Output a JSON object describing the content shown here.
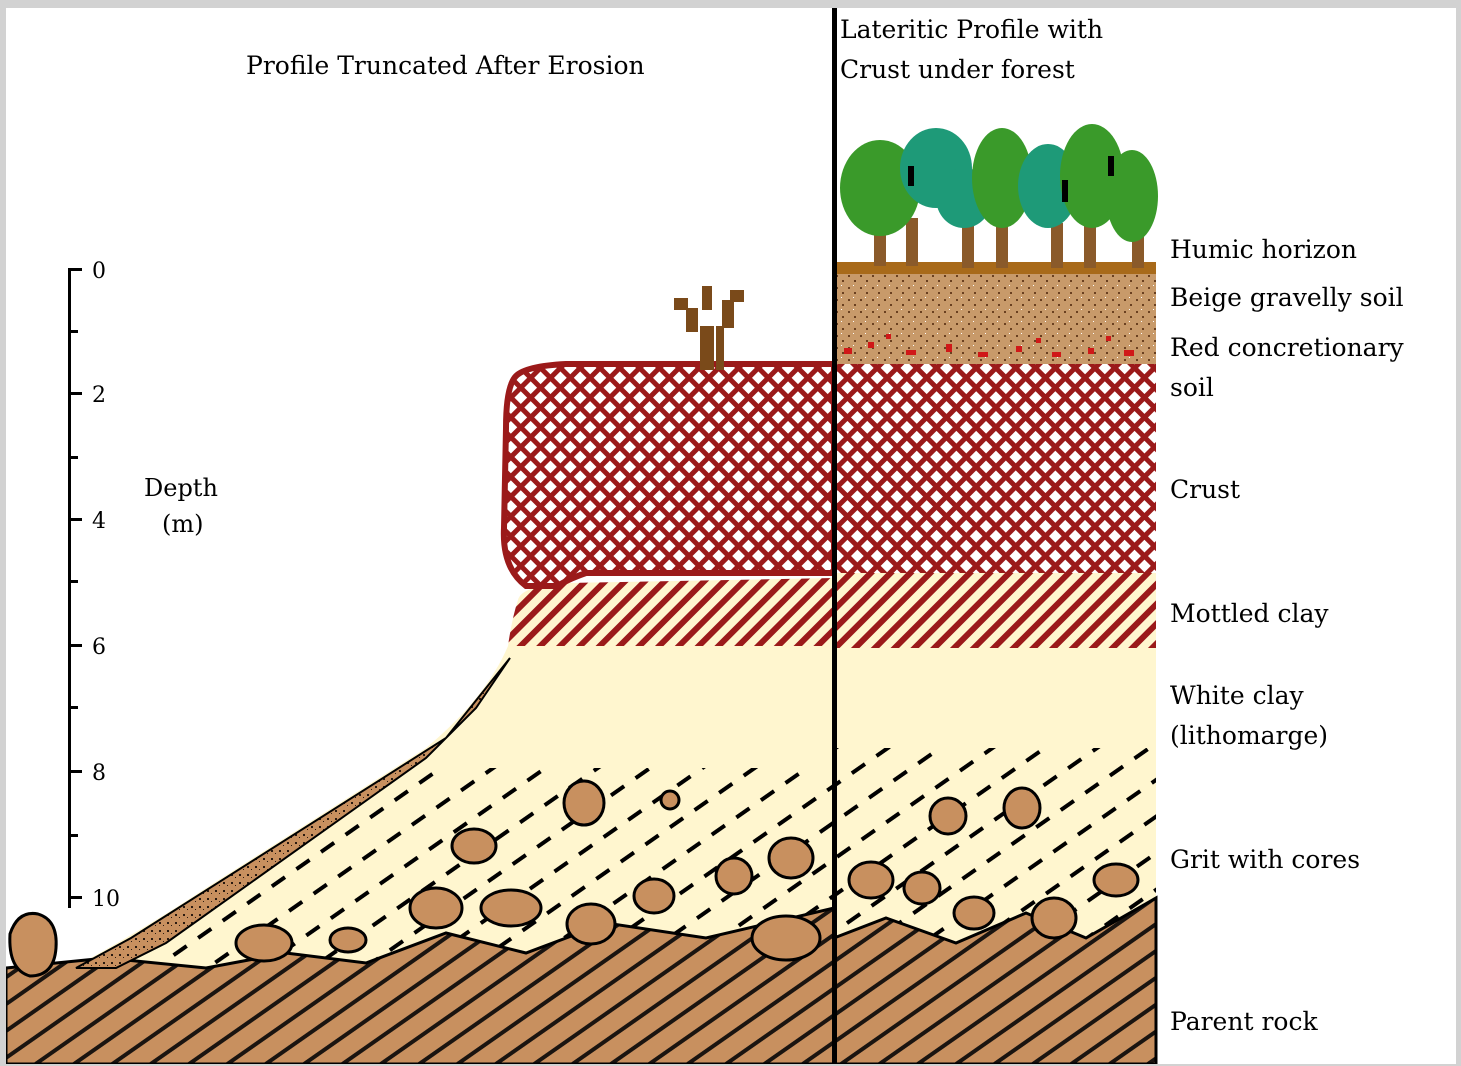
{
  "left_title": "Profile Truncated After Erosion",
  "right_title": [
    "Lateritic Profile with",
    "Crust under forest"
  ],
  "depth_label": [
    "Depth",
    "(m)"
  ],
  "depth_ticks": [
    "0",
    "2",
    "4",
    "6",
    "8",
    "10"
  ],
  "horizons": [
    {
      "name": "humic",
      "lines": [
        "Humic horizon"
      ]
    },
    {
      "name": "beige",
      "lines": [
        "Beige gravelly soil"
      ]
    },
    {
      "name": "red-concretionary",
      "lines": [
        "Red concretionary",
        "soil"
      ]
    },
    {
      "name": "crust",
      "lines": [
        "Crust"
      ]
    },
    {
      "name": "mottled",
      "lines": [
        "Mottled clay"
      ]
    },
    {
      "name": "white-clay",
      "lines": [
        "White clay",
        "(lithomarge)"
      ]
    },
    {
      "name": "grit",
      "lines": [
        "Grit with cores"
      ]
    },
    {
      "name": "parent-rock",
      "lines": [
        "Parent rock"
      ]
    }
  ],
  "colors": {
    "crust": "#9b1a1a",
    "clay": "#fff6cf",
    "rock": "#c8905f",
    "beige": "#c89a6a",
    "tree_green": "#3a9a2a",
    "tree_teal": "#1e9a78",
    "trunk": "#8a5a2a"
  }
}
